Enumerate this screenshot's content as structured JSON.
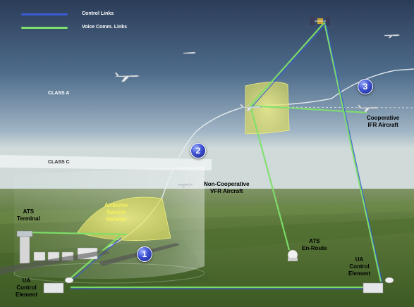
{
  "legend": {
    "control_label": "Control Links",
    "control_color": "#3a5bd6",
    "voice_label": "Voice Comm. Links",
    "voice_color": "#7ee06a"
  },
  "airspace": {
    "class_a": "CLASS A",
    "class_c": "CLASS C"
  },
  "labels": {
    "ats_terminal": [
      "ATS",
      "Terminal"
    ],
    "airborne_sensor_volume": [
      "Airborne",
      "Sensor",
      "Volume"
    ],
    "non_cooperative": [
      "Non-Cooperative",
      "VFR Aircraft"
    ],
    "cooperative": [
      "Cooperative",
      "IFR Aircraft"
    ],
    "ats_en_route": [
      "ATS",
      "En-Route"
    ],
    "ua_control_left": [
      "UA",
      "Control",
      "Element"
    ],
    "ua_control_right": [
      "UA",
      "Control",
      "Element"
    ]
  },
  "markers": [
    "1",
    "2",
    "3"
  ],
  "colors": {
    "sky_top": "#2d3f5c",
    "sky_mid": "#6b8aa8",
    "horizon": "#c9d6dc",
    "ground": "#4f6b33",
    "sensor_volume": "#e3e27a"
  }
}
